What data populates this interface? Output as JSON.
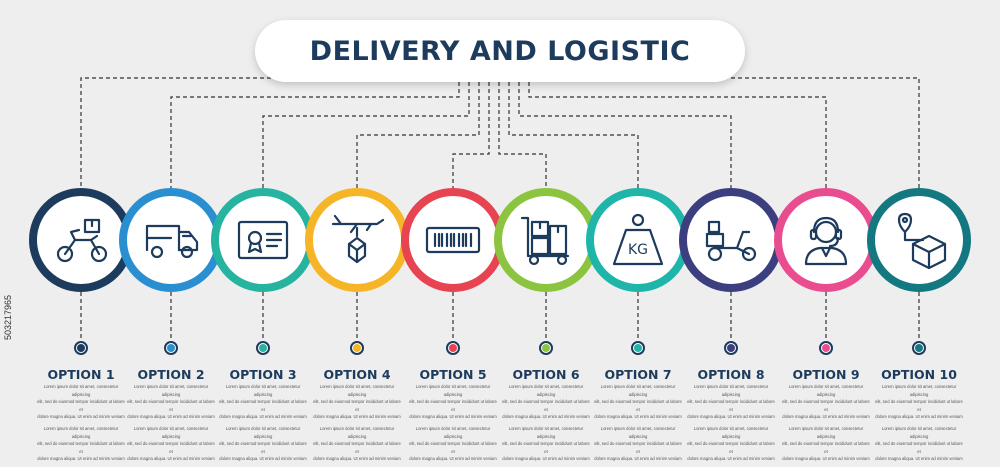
{
  "title": "DELIVERY AND LOGISTIC",
  "image_id": "503217965",
  "options": [
    {
      "label": "OPTION 1",
      "color": "#1d3b5c",
      "icon": "motorcycle-delivery-icon"
    },
    {
      "label": "OPTION 2",
      "color": "#2a8fd0",
      "icon": "delivery-van-icon"
    },
    {
      "label": "OPTION 3",
      "color": "#26b3a0",
      "icon": "certificate-icon"
    },
    {
      "label": "OPTION 4",
      "color": "#f5b526",
      "icon": "air-cargo-icon"
    },
    {
      "label": "OPTION 5",
      "color": "#e84350",
      "icon": "barcode-icon"
    },
    {
      "label": "OPTION 6",
      "color": "#8cc43f",
      "icon": "hand-truck-boxes-icon"
    },
    {
      "label": "OPTION 7",
      "color": "#1fb5a8",
      "icon": "kg-weight-icon"
    },
    {
      "label": "OPTION 8",
      "color": "#3b3f80",
      "icon": "scooter-delivery-icon"
    },
    {
      "label": "OPTION 9",
      "color": "#ea4d8f",
      "icon": "customer-support-icon"
    },
    {
      "label": "OPTION 10",
      "color": "#137880",
      "icon": "package-location-icon"
    }
  ],
  "description_lines": [
    "Lorem ipsum dolor sit amet, consectetur adipiscing",
    "elit, sed do eiusmod tempor incididunt ut labore et",
    "dolore magna aliqua. Ut enim ad minim veniam"
  ],
  "line_color": "#333333"
}
